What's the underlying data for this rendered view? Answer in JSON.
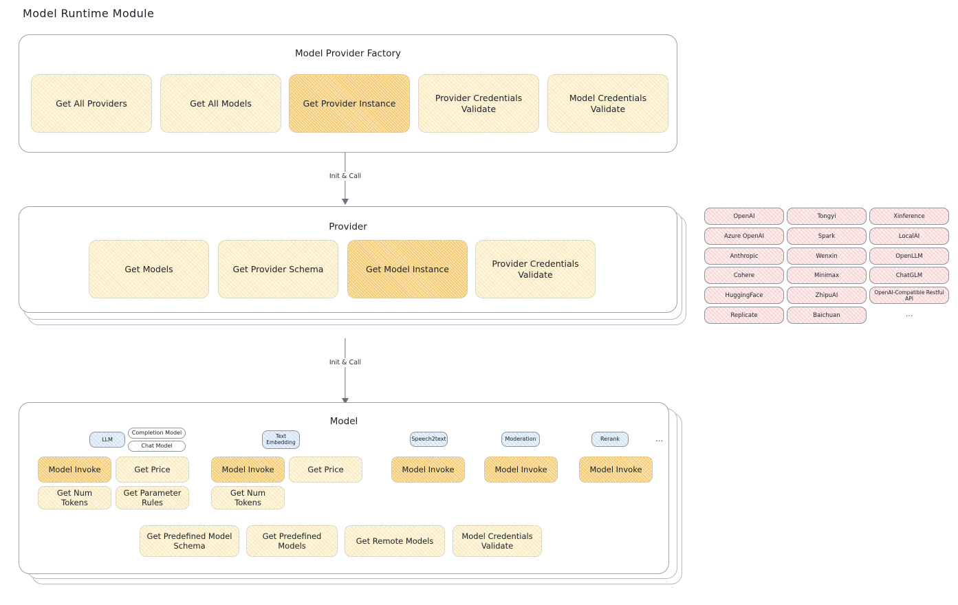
{
  "page": {
    "title": "Model Runtime Module",
    "connector_label_1": "Init & Call",
    "connector_label_2": "Init & Call",
    "ellipsis": "...",
    "colors": {
      "highlight_fill": "#fbe4b0",
      "normal_fill": "#fdf6e0",
      "provider_chip_fill": "#fdeeee",
      "pill_active_fill": "#eaf3fb",
      "border": "#9aa0ab",
      "text": "#1b1f27"
    }
  },
  "factory": {
    "title": "Model Provider Factory",
    "cards": [
      {
        "label": "Get All Providers",
        "highlighted": false
      },
      {
        "label": "Get All Models",
        "highlighted": false
      },
      {
        "label": "Get Provider Instance",
        "highlighted": true
      },
      {
        "label": "Provider Credentials Validate",
        "highlighted": false
      },
      {
        "label": "Model Credentials Validate",
        "highlighted": false
      }
    ]
  },
  "provider": {
    "title": "Provider",
    "cards": [
      {
        "label": "Get Models",
        "highlighted": false
      },
      {
        "label": "Get Provider Schema",
        "highlighted": false
      },
      {
        "label": "Get Model Instance",
        "highlighted": true
      },
      {
        "label": "Provider Credentials Validate",
        "highlighted": false
      }
    ]
  },
  "provider_list": {
    "column_1": [
      "OpenAI",
      "Azure OpenAI",
      "Anthropic",
      "Cohere",
      "HuggingFace",
      "Replicate"
    ],
    "column_2": [
      "Tongyi",
      "Spark",
      "Wenxin",
      "Minimax",
      "ZhipuAI",
      "Baichuan"
    ],
    "column_3": [
      "Xinference",
      "LocalAI",
      "OpenLLM",
      "ChatGLM",
      "OpenAI-Compatible Restful API"
    ],
    "more": "..."
  },
  "model": {
    "title": "Model",
    "more": "...",
    "types": [
      {
        "name": "LLM",
        "active": true,
        "subtypes": [
          "Completion Model",
          "Chat Model"
        ],
        "methods": [
          "Model Invoke",
          "Get Price",
          "Get Num Tokens",
          "Get Parameter Rules"
        ],
        "highlighted_method": "Model Invoke"
      },
      {
        "name": "Text Embedding",
        "active": true,
        "subtypes": [],
        "methods": [
          "Model Invoke",
          "Get Price",
          "Get Num Tokens"
        ],
        "highlighted_method": "Model Invoke"
      },
      {
        "name": "Speech2text",
        "active": true,
        "subtypes": [],
        "methods": [
          "Model Invoke"
        ],
        "highlighted_method": "Model Invoke"
      },
      {
        "name": "Moderation",
        "active": true,
        "subtypes": [],
        "methods": [
          "Model Invoke"
        ],
        "highlighted_method": "Model Invoke"
      },
      {
        "name": "Rerank",
        "active": true,
        "subtypes": [],
        "methods": [
          "Model Invoke"
        ],
        "highlighted_method": "Model Invoke"
      }
    ],
    "common_methods": [
      "Get Predefined Model Schema",
      "Get Predefined Models",
      "Get Remote Models",
      "Model Credentials Validate"
    ]
  }
}
